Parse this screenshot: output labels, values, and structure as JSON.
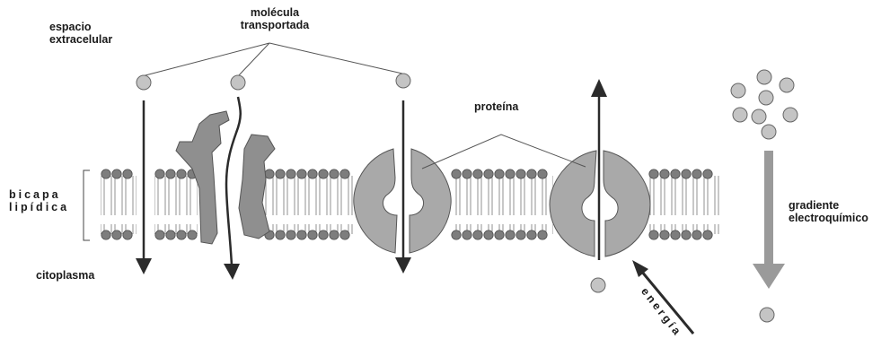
{
  "labels": {
    "extracellular_line1": "espacio",
    "extracellular_line2": "extracelular",
    "molecule_line1": "molécula",
    "molecule_line2": "transportada",
    "protein": "proteína",
    "bilayer_line1": "bicapa",
    "bilayer_line2": "lipídica",
    "cytoplasm": "citoplasma",
    "gradient_line1": "gradiente",
    "gradient_line2": "electroquímico",
    "energy": "energía"
  },
  "colors": {
    "protein_fill": "#a9a9a9",
    "protein_dark_fill": "#8f8f8f",
    "lipid_head": "#7d7d7d",
    "molecule": "#c4c4c4",
    "arrow": "#2b2b2b",
    "gradient_arrow": "#9a9a9a",
    "line": "#555555"
  }
}
